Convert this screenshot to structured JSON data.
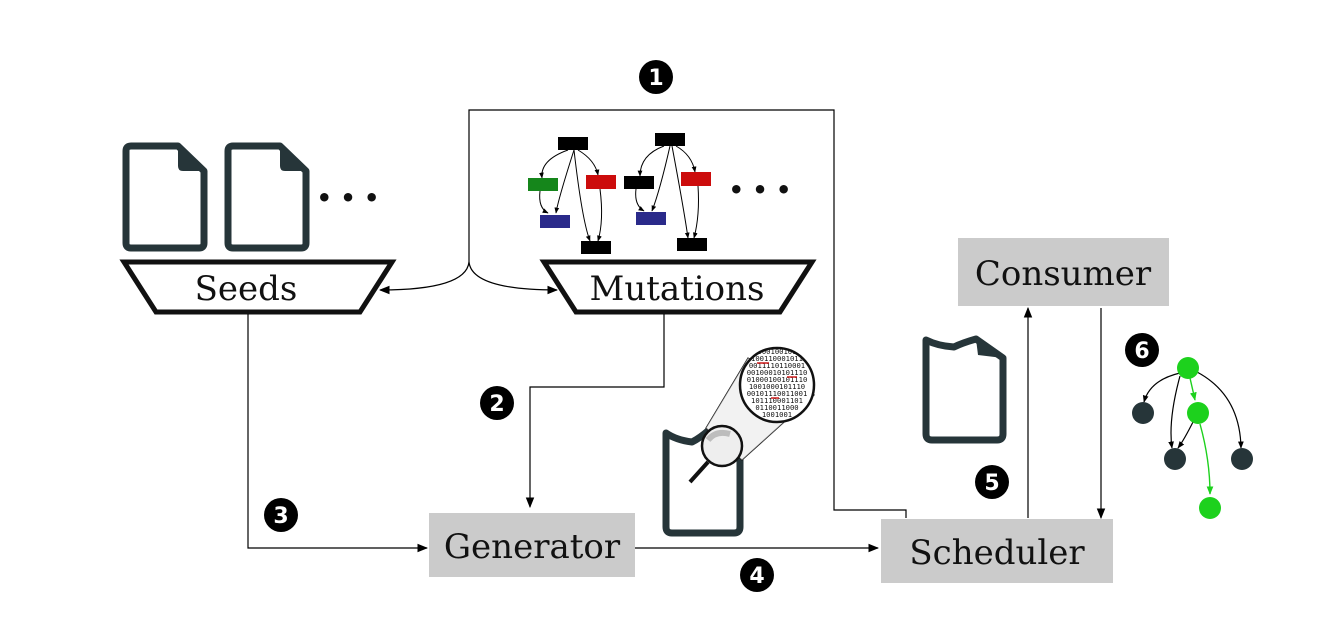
{
  "labels": {
    "seeds": "Seeds",
    "mutations": "Mutations",
    "generator": "Generator",
    "scheduler": "Scheduler",
    "consumer": "Consumer",
    "ellipsis": "• • •"
  },
  "steps": [
    "1",
    "2",
    "3",
    "4",
    "5",
    "6"
  ],
  "binary": [
    "10001001011",
    "100110001011",
    "0011110110001",
    "00100010101110",
    "01000100101110",
    "1001000101110",
    "00101110011001",
    "101110001101",
    "0110011000",
    "1001001"
  ],
  "colors": {
    "dark": "#263539",
    "green_node": "#1dd11d",
    "box_fill": "#cbcbcb",
    "block_green": "#15861b",
    "block_red": "#cc0c0c",
    "block_blue": "#2a2a8a"
  }
}
